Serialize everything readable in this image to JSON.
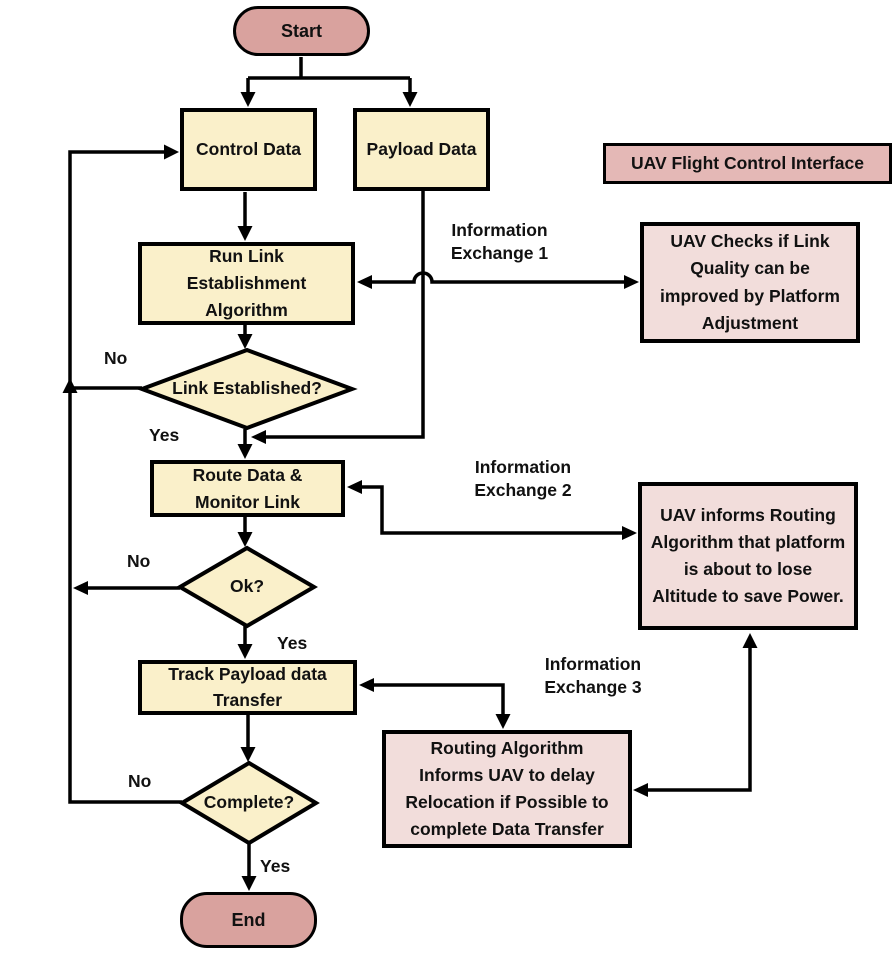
{
  "title": "UAV link establishment and routing flowchart",
  "colors": {
    "process_fill": "#FAF0CA",
    "terminal_fill": "#D9A29E",
    "interface_fill": "#E4B8B6",
    "note_fill": "#F2DDDB",
    "line": "#000000"
  },
  "nodes": {
    "start": {
      "label": "Start"
    },
    "control_data": {
      "label": "Control Data"
    },
    "payload_data": {
      "label": "Payload Data"
    },
    "interface_title": {
      "label": "UAV Flight Control Interface"
    },
    "run_link": {
      "label": "Run Link Establishment Algorithm"
    },
    "uav_checks": {
      "label": "UAV Checks if Link Quality can be improved by Platform Adjustment"
    },
    "link_established": {
      "label": "Link Established?"
    },
    "route_data": {
      "label": "Route Data & Monitor Link"
    },
    "uav_informs": {
      "label": "UAV informs Routing Algorithm that platform is about to lose Altitude to save Power."
    },
    "ok": {
      "label": "Ok?"
    },
    "track_payload": {
      "label": "Track Payload data Transfer"
    },
    "routing_informs": {
      "label": "Routing Algorithm Informs UAV to delay Relocation if Possible to complete Data Transfer"
    },
    "complete": {
      "label": "Complete?"
    },
    "end": {
      "label": "End"
    }
  },
  "edge_labels": {
    "ie1": "Information Exchange 1",
    "ie2": "Information Exchange 2",
    "ie3": "Information Exchange 3",
    "link_no": "No",
    "link_yes": "Yes",
    "ok_no": "No",
    "ok_yes": "Yes",
    "complete_no": "No",
    "complete_yes": "Yes"
  }
}
